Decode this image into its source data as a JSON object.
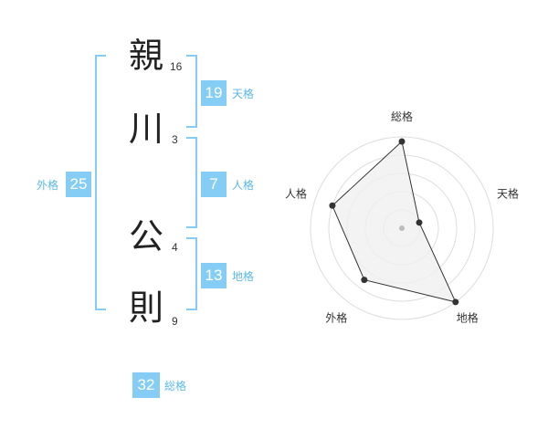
{
  "name": {
    "chars": [
      {
        "char": "親",
        "strokes": "16"
      },
      {
        "char": "川",
        "strokes": "3"
      },
      {
        "char": "公",
        "strokes": "4"
      },
      {
        "char": "則",
        "strokes": "9"
      }
    ]
  },
  "fortunes": {
    "tenkaku": {
      "value": "19",
      "label": "天格"
    },
    "jinkaku": {
      "value": "7",
      "label": "人格"
    },
    "chikaku": {
      "value": "13",
      "label": "地格"
    },
    "gaikaku": {
      "value": "25",
      "label": "外格"
    },
    "soukaku": {
      "value": "32",
      "label": "総格"
    }
  },
  "chart_data": {
    "type": "radar",
    "axes": [
      "総格",
      "天格",
      "地格",
      "外格",
      "人格"
    ],
    "values": [
      0.95,
      0.2,
      1.0,
      0.7,
      0.8
    ],
    "rings": 5,
    "colors": {
      "fill": "#f0f0f0",
      "line": "#333333",
      "point": "#333333",
      "ring": "#dddddd",
      "center": "#bbbbbb"
    }
  }
}
